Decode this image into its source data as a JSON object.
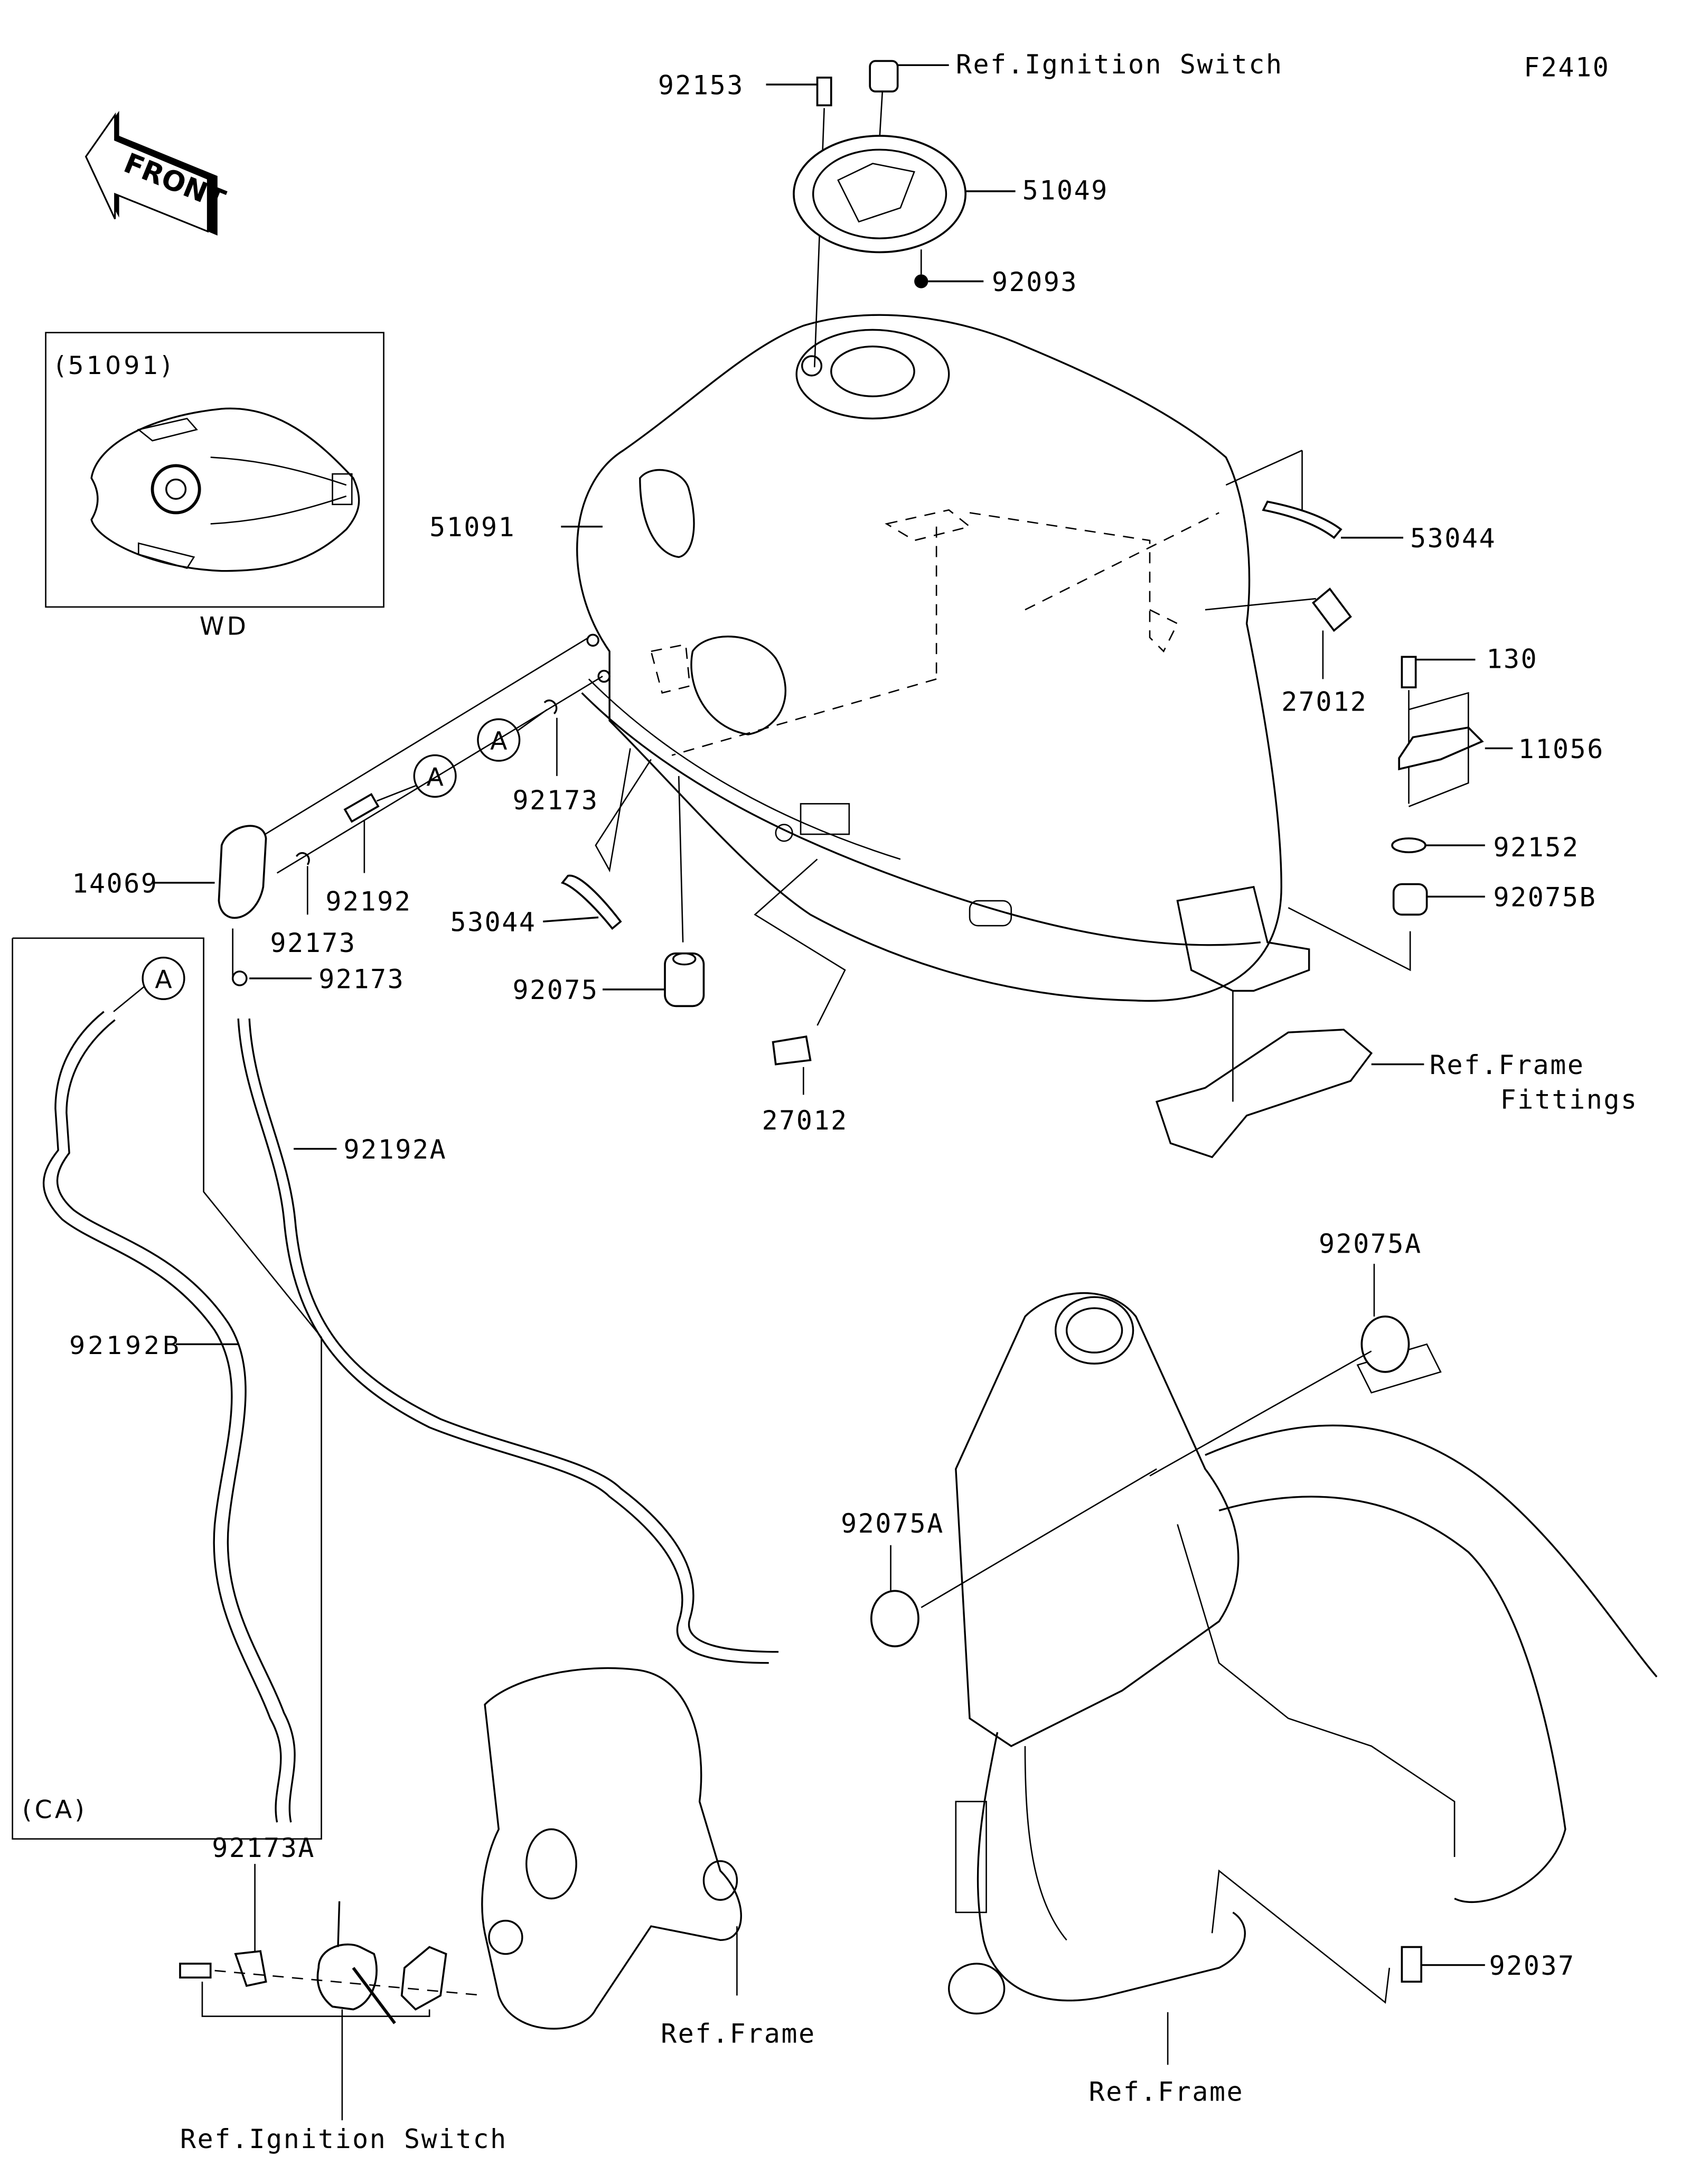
{
  "diagram": {
    "figure_code": "F2410",
    "orientation_label": "FRONT",
    "inset": {
      "title": "(51091)",
      "caption": "WD"
    },
    "ca_box": {
      "caption": "(CA)",
      "circle_ref": "A",
      "hose_label": "92192B"
    },
    "callouts": {
      "ref_ignition_top": "Ref.Ignition Switch",
      "p92153": "92153",
      "p51049": "51049",
      "p92093": "92093",
      "p51091": "51091",
      "p53044_right": "53044",
      "p27012_right": "27012",
      "p130": "130",
      "p11056": "11056",
      "p92152": "92152",
      "p92075B": "92075B",
      "ref_frame_fittings_line1": "Ref.Frame",
      "ref_frame_fittings_line2": "Fittings",
      "circle_a_upper": "A",
      "circle_a_lower": "A",
      "p92173_upper": "92173",
      "p14069": "14069",
      "p92192": "92192",
      "p92173_mid": "92173",
      "p92173_lower": "92173",
      "p53044_left": "53044",
      "p92075": "92075",
      "p27012_bottom": "27012",
      "p92192A": "92192A",
      "p92075A_upper": "92075A",
      "p92075A_lower": "92075A",
      "p92037": "92037",
      "p92173A": "92173A",
      "ref_frame_middle": "Ref.Frame",
      "ref_frame_right": "Ref.Frame",
      "ref_ignition_bottom": "Ref.Ignition Switch"
    }
  }
}
